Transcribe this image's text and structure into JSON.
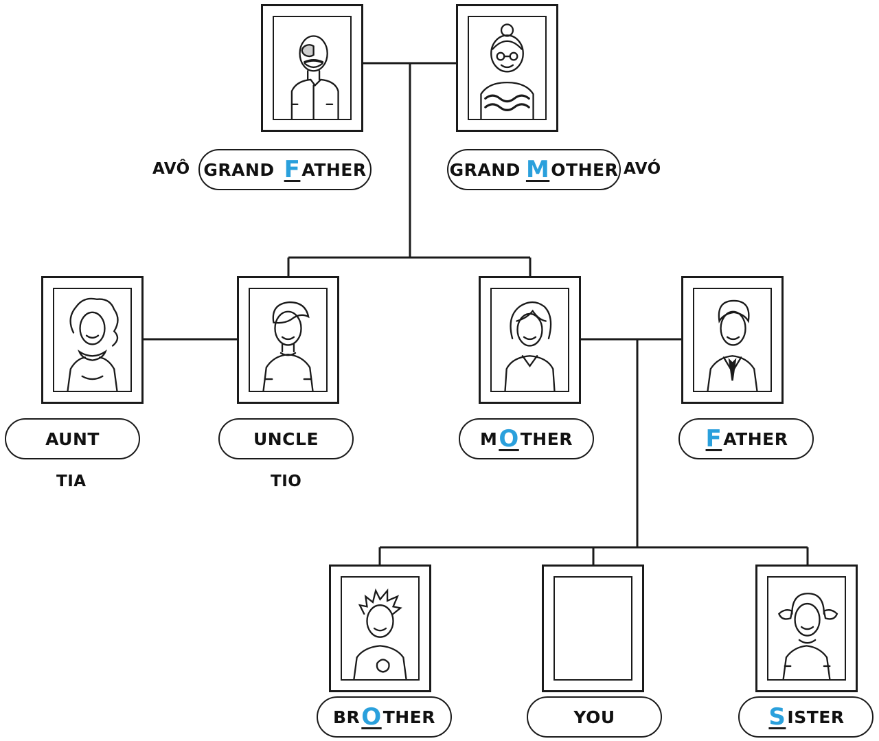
{
  "colors": {
    "ink": "#1a1a1a",
    "highlight": "#2aa0dc",
    "background": "#ffffff"
  },
  "labels": {
    "grandfather": {
      "before": "GRAND",
      "highlight": "F",
      "after": "ATHER",
      "translation": "AVÔ"
    },
    "grandmother": {
      "before": "GRAND",
      "highlight": "M",
      "after": "OTHER",
      "translation": "AVÓ"
    },
    "aunt": {
      "before": "AUNT",
      "highlight": "",
      "after": "",
      "translation": "TIA"
    },
    "uncle": {
      "before": "UNCLE",
      "highlight": "",
      "after": "",
      "translation": "TIO"
    },
    "mother": {
      "before": "M",
      "highlight": "O",
      "after": "THER"
    },
    "father": {
      "before": "",
      "highlight": "F",
      "after": "ATHER"
    },
    "brother": {
      "before": "BR",
      "highlight": "O",
      "after": "THER"
    },
    "you": {
      "before": "YOU",
      "highlight": "",
      "after": ""
    },
    "sister": {
      "before": "",
      "highlight": "S",
      "after": "ISTER"
    }
  },
  "portraits": {
    "grandfather": "grandfather-portrait",
    "grandmother": "grandmother-portrait",
    "aunt": "aunt-portrait",
    "uncle": "uncle-portrait",
    "mother": "mother-portrait",
    "father": "father-portrait",
    "brother": "brother-portrait",
    "you": "empty-frame",
    "sister": "sister-portrait"
  }
}
